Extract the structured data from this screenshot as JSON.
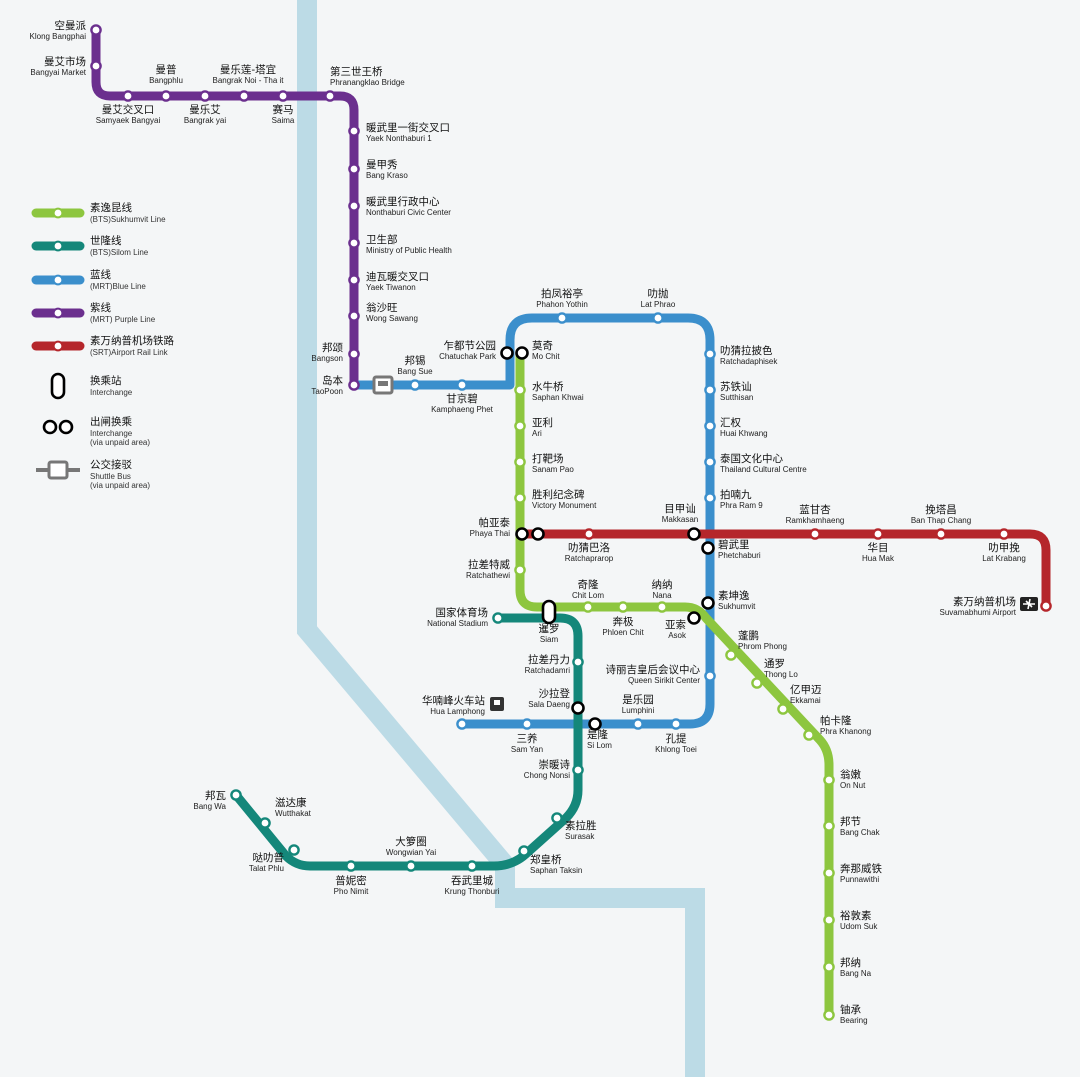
{
  "colors": {
    "river": "#bcdbe6",
    "sukhumvit": "#8dc63f",
    "silom": "#14877a",
    "blue": "#3b8fcc",
    "purple": "#6b2f8e",
    "airport": "#b5262b"
  },
  "legend": [
    {
      "zh": "素逸昆线",
      "en": "(BTS)Sukhumvit Line",
      "line": "sukhumvit"
    },
    {
      "zh": "世隆线",
      "en": "(BTS)Silom Line",
      "line": "silom"
    },
    {
      "zh": "蓝线",
      "en": "(MRT)Blue Line",
      "line": "blue"
    },
    {
      "zh": "紫线",
      "en": "(MRT) Purple Line",
      "line": "purple"
    },
    {
      "zh": "素万纳普机场铁路",
      "en": "(SRT)Airport Rail Link",
      "line": "airport"
    },
    {
      "zh": "换乘站",
      "en": "Interchange",
      "sym": "interchange-icon"
    },
    {
      "zh": "出闸换乘",
      "en": "Interchange",
      "en2": "(via unpaid area)",
      "sym": "unpaid-interchange-icon"
    },
    {
      "zh": "公交接驳",
      "en": "Shuttle Bus",
      "en2": "(via unpaid area)",
      "sym": "shuttle-bus-icon"
    }
  ],
  "stations": [
    {
      "id": "klong_bangphai",
      "zh": "空曼派",
      "en": "Klong Bangphai"
    },
    {
      "id": "bangyai_market",
      "zh": "曼艾市场",
      "en": "Bangyai Market"
    },
    {
      "id": "samyaek_bangyai",
      "zh": "曼艾交叉口",
      "en": "Samyaek Bangyai"
    },
    {
      "id": "bangphlu",
      "zh": "曼普",
      "en": "Bangphlu"
    },
    {
      "id": "bangrak_yai",
      "zh": "曼乐艾",
      "en": "Bangrak yai"
    },
    {
      "id": "bangrak_noi",
      "zh": "曼乐莲-塔宜",
      "en": "Bangrak Noi - Tha it"
    },
    {
      "id": "saima",
      "zh": "赛马",
      "en": "Saima"
    },
    {
      "id": "phranangklao",
      "zh": "第三世王桥",
      "en": "Phranangklao Bridge"
    },
    {
      "id": "yaek_nonthaburi1",
      "zh": "暖武里一街交叉口",
      "en": "Yaek Nonthaburi 1"
    },
    {
      "id": "bang_kraso",
      "zh": "曼甲秀",
      "en": "Bang Kraso"
    },
    {
      "id": "nonthaburi_civic",
      "zh": "暖武里行政中心",
      "en": "Nonthaburi Civic Center"
    },
    {
      "id": "ministry_health",
      "zh": "卫生部",
      "en": "Ministry of Public Health"
    },
    {
      "id": "yaek_tiwanon",
      "zh": "迪瓦暖交叉口",
      "en": "Yaek Tiwanon"
    },
    {
      "id": "wong_sawang",
      "zh": "翁沙旺",
      "en": "Wong Sawang"
    },
    {
      "id": "bangson",
      "zh": "邦颂",
      "en": "Bangson"
    },
    {
      "id": "taopoon",
      "zh": "岛本",
      "en": "TaoPoon"
    },
    {
      "id": "bang_sue",
      "zh": "邦锡",
      "en": "Bang Sue"
    },
    {
      "id": "kamphaeng_phet",
      "zh": "甘京碧",
      "en": "Kamphaeng Phet"
    },
    {
      "id": "chatuchak",
      "zh": "乍都节公园",
      "en": "Chatuchak Park"
    },
    {
      "id": "mo_chit",
      "zh": "莫奇",
      "en": "Mo Chit"
    },
    {
      "id": "phahon_yothin",
      "zh": "拍凤裕亭",
      "en": "Phahon Yothin"
    },
    {
      "id": "lat_phrao",
      "zh": "叻抛",
      "en": "Lat Phrao"
    },
    {
      "id": "ratchadaphisek",
      "zh": "叻猜拉披色",
      "en": "Ratchadaphisek"
    },
    {
      "id": "sutthisan",
      "zh": "苏铁讪",
      "en": "Sutthisan"
    },
    {
      "id": "huai_khwang",
      "zh": "汇权",
      "en": "Huai Khwang"
    },
    {
      "id": "thailand_cultural",
      "zh": "泰国文化中心",
      "en": "Thailand Cultural Centre"
    },
    {
      "id": "phra_ram9",
      "zh": "拍喃九",
      "en": "Phra Ram 9"
    },
    {
      "id": "saphan_khwai",
      "zh": "水牛桥",
      "en": "Saphan Khwai"
    },
    {
      "id": "ari",
      "zh": "亚利",
      "en": "Ari"
    },
    {
      "id": "sanam_pao",
      "zh": "打靶场",
      "en": "Sanam Pao"
    },
    {
      "id": "victory_monument",
      "zh": "胜利纪念碑",
      "en": "Victory Monument"
    },
    {
      "id": "phaya_thai",
      "zh": "帕亚泰",
      "en": "Phaya Thai"
    },
    {
      "id": "ratchaprarop",
      "zh": "叻猜巴洛",
      "en": "Ratchaprarop"
    },
    {
      "id": "makkasan",
      "zh": "目甲讪",
      "en": "Makkasan"
    },
    {
      "id": "phetchaburi",
      "zh": "碧武里",
      "en": "Phetchaburi"
    },
    {
      "id": "ramkhamhaeng",
      "zh": "蓝甘杏",
      "en": "Ramkhamhaeng"
    },
    {
      "id": "hua_mak",
      "zh": "华目",
      "en": "Hua Mak"
    },
    {
      "id": "ban_thap_chang",
      "zh": "挽塔昌",
      "en": "Ban Thap Chang"
    },
    {
      "id": "lat_krabang",
      "zh": "叻甲挽",
      "en": "Lat Krabang"
    },
    {
      "id": "suvarnabhumi",
      "zh": "素万纳普机场",
      "en": "Suvamabhumi Airport"
    },
    {
      "id": "ratchathewi",
      "zh": "拉差特威",
      "en": "Ratchathewi"
    },
    {
      "id": "chit_lom",
      "zh": "奇隆",
      "en": "Chit Lom"
    },
    {
      "id": "phloen_chit",
      "zh": "奔极",
      "en": "Phloen Chit"
    },
    {
      "id": "nana",
      "zh": "纳纳",
      "en": "Nana"
    },
    {
      "id": "sukhumvit",
      "zh": "素坤逸",
      "en": "Sukhumvit"
    },
    {
      "id": "asok",
      "zh": "亚索",
      "en": "Asok"
    },
    {
      "id": "phrom_phong",
      "zh": "蓬鹏",
      "en": "Phrom Phong"
    },
    {
      "id": "thong_lo",
      "zh": "通罗",
      "en": "Thong Lo"
    },
    {
      "id": "ekkamai",
      "zh": "亿甲迈",
      "en": "Ekkamai"
    },
    {
      "id": "phra_khanong",
      "zh": "帕卡隆",
      "en": "Phra Khanong"
    },
    {
      "id": "on_nut",
      "zh": "翁嫩",
      "en": "On Nut"
    },
    {
      "id": "bang_chak",
      "zh": "邦节",
      "en": "Bang Chak"
    },
    {
      "id": "punnawithi",
      "zh": "奔那威铁",
      "en": "Punnawithi"
    },
    {
      "id": "udom_suk",
      "zh": "裕敦素",
      "en": "Udom Suk"
    },
    {
      "id": "bang_na",
      "zh": "邦纳",
      "en": "Bang Na"
    },
    {
      "id": "bearing",
      "zh": "铀承",
      "en": "Bearing"
    },
    {
      "id": "national_stadium",
      "zh": "国家体育场",
      "en": "National Stadium"
    },
    {
      "id": "siam",
      "zh": "暹罗",
      "en": "Siam"
    },
    {
      "id": "ratchadamri",
      "zh": "拉差丹力",
      "en": "Ratchadamri"
    },
    {
      "id": "queen_sirikit",
      "zh": "诗丽吉皇后会议中心",
      "en": "Queen Sirikit Center"
    },
    {
      "id": "hua_lamphong",
      "zh": "华喃峰火车站",
      "en": "Hua Lamphong"
    },
    {
      "id": "sala_daeng",
      "zh": "沙拉登",
      "en": "Sala Daeng"
    },
    {
      "id": "lumphini",
      "zh": "是乐园",
      "en": "Lumphini"
    },
    {
      "id": "sam_yan",
      "zh": "三养",
      "en": "Sam Yan"
    },
    {
      "id": "si_lom",
      "zh": "是隆",
      "en": "Si Lom"
    },
    {
      "id": "khlong_toei",
      "zh": "孔提",
      "en": "Khlong Toei"
    },
    {
      "id": "chong_nonsi",
      "zh": "崇暖诗",
      "en": "Chong Nonsi"
    },
    {
      "id": "surasak",
      "zh": "素拉胜",
      "en": "Surasak"
    },
    {
      "id": "saphan_taksin",
      "zh": "郑皇桥",
      "en": "Saphan Taksin"
    },
    {
      "id": "krung_thonburi",
      "zh": "吞武里城",
      "en": "Krung Thonburi"
    },
    {
      "id": "wongwian_yai",
      "zh": "大箩圈",
      "en": "Wongwian Yai"
    },
    {
      "id": "pho_nimit",
      "zh": "普妮密",
      "en": "Pho Nimit"
    },
    {
      "id": "talat_phlu",
      "zh": "哒叻普",
      "en": "Talat Phlu"
    },
    {
      "id": "wutthakat",
      "zh": "滋达康",
      "en": "Wutthakat"
    },
    {
      "id": "bang_wa",
      "zh": "邦瓦",
      "en": "Bang Wa"
    }
  ]
}
